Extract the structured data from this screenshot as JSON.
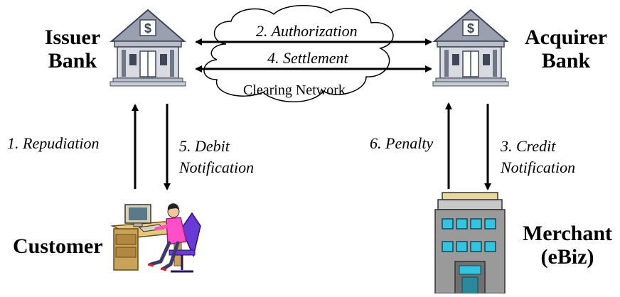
{
  "nodes": {
    "issuer_bank": {
      "line1": "Issuer",
      "line2": "Bank"
    },
    "acquirer_bank": {
      "line1": "Acquirer",
      "line2": "Bank"
    },
    "customer": {
      "label": "Customer"
    },
    "merchant": {
      "line1": "Merchant",
      "line2": "(eBiz)"
    },
    "clearing_network": {
      "label": "Clearing Network"
    }
  },
  "edges": {
    "authorization": "2. Authorization",
    "settlement": "4. Settlement",
    "repudiation": "1. Repudiation",
    "debit_notification": {
      "line1": "5. Debit",
      "line2": "Notification"
    },
    "penalty": "6. Penalty",
    "credit_notification": {
      "line1": "3. Credit",
      "line2": "Notification"
    }
  },
  "icons": {
    "bank": "bank-building-icon",
    "customer": "person-at-computer-icon",
    "merchant": "office-building-icon",
    "network": "cloud-icon"
  },
  "colors": {
    "bank": "#9aa0b0",
    "cloud_fill": "#ffffff",
    "building_wall": "#9a9a9a",
    "window": "#33c4e0",
    "shirt": "#ff4fc8",
    "desk": "#c8a45a",
    "chair": "#6a3ad8"
  }
}
